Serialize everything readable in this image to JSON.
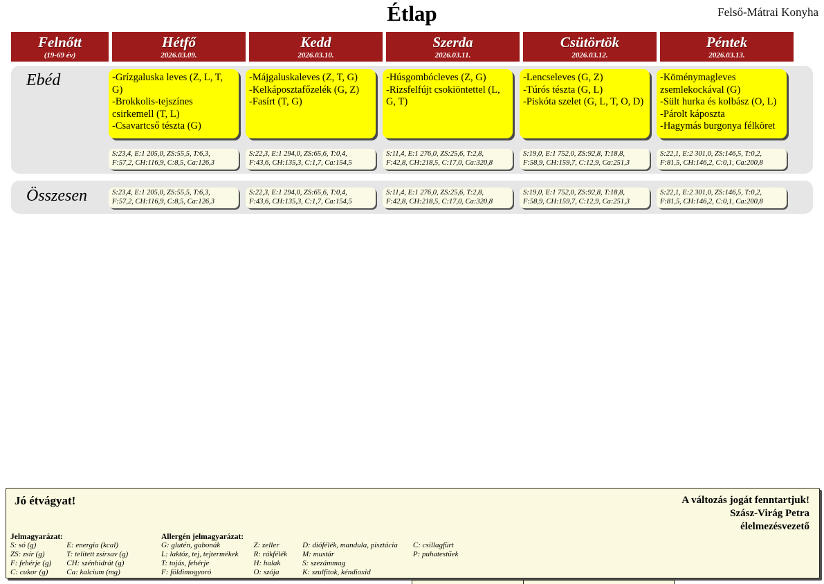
{
  "header": {
    "title": "Étlap",
    "kitchen": "Felső-Mátrai Konyha"
  },
  "columns": [
    {
      "name": "Felnőtt",
      "sub": "(19-69 év)"
    },
    {
      "name": "Hétfő",
      "sub": "2026.03.09."
    },
    {
      "name": "Kedd",
      "sub": "2026.03.10."
    },
    {
      "name": "Szerda",
      "sub": "2026.03.11."
    },
    {
      "name": "Csütörtök",
      "sub": "2026.03.12."
    },
    {
      "name": "Péntek",
      "sub": "2026.03.13."
    }
  ],
  "meal": {
    "label": "Ebéd",
    "days": [
      {
        "day": "Hétfő",
        "dishes": [
          "-Grízgaluska leves (Z, L, T, G)",
          "-Brokkolis-tejszínes csirkemell  (T, L)",
          "-Csavartcső tészta (G)"
        ],
        "nutrition_line1": "S:23,4, E:1 205,0, ZS:55,5, T:6,3,",
        "nutrition_line2": "F:57,2, CH:116,9, C:8,5, Ca:126,3"
      },
      {
        "day": "Kedd",
        "dishes": [
          "-Májgaluskaleves (Z, T, G)",
          "-Kelkáposztafőzelék (G, Z)",
          "-Fasírt  (T, G)"
        ],
        "nutrition_line1": "S:22,3, E:1 294,0, ZS:65,6, T:0,4,",
        "nutrition_line2": "F:43,6, CH:135,3, C:1,7, Ca:154,5"
      },
      {
        "day": "Szerda",
        "dishes": [
          "-Húsgombócleves  (Z, G)",
          "-Rizsfelfújt csokiöntettel  (L, G, T)"
        ],
        "nutrition_line1": "S:11,4, E:1 276,0, ZS:25,6, T:2,8,",
        "nutrition_line2": "F:42,8, CH:218,5, C:17,0, Ca:320,8"
      },
      {
        "day": "Csütörtök",
        "dishes": [
          "-Lencseleves (G, Z)",
          "-Túrós tészta  (G, L)",
          "-Piskóta szelet  (G, L, T, O, D)"
        ],
        "nutrition_line1": "S:19,0, E:1 752,0, ZS:92,8, T:18,8,",
        "nutrition_line2": "F:58,9, CH:159,7, C:12,9, Ca:251,3"
      },
      {
        "day": "Péntek",
        "dishes": [
          "-Köménymagleves zsemlekockával (G)",
          "-Sült hurka és kolbász (O, L)",
          "-Párolt káposzta",
          "-Hagymás burgonya félköret"
        ],
        "nutrition_line1": "S:22,1, E:2 301,0, ZS:146,5, T:0,2,",
        "nutrition_line2": "F:81,5, CH:146,2, C:0,1, Ca:200,8"
      }
    ]
  },
  "totals": {
    "label": "Összesen",
    "days": [
      {
        "line1": "S:23,4, E:1 205,0, ZS:55,5, T:6,3,",
        "line2": "F:57,2, CH:116,9, C:8,5, Ca:126,3"
      },
      {
        "line1": "S:22,3, E:1 294,0, ZS:65,6, T:0,4,",
        "line2": "F:43,6, CH:135,3, C:1,7, Ca:154,5"
      },
      {
        "line1": "S:11,4, E:1 276,0, ZS:25,6, T:2,8,",
        "line2": "F:42,8, CH:218,5, C:17,0, Ca:320,8"
      },
      {
        "line1": "S:19,0, E:1 752,0, ZS:92,8, T:18,8,",
        "line2": "F:58,9, CH:159,7, C:12,9, Ca:251,3"
      },
      {
        "line1": "S:22,1, E:2 301,0, ZS:146,5, T:0,2,",
        "line2": "F:81,5, CH:146,2, C:0,1, Ca:200,8"
      }
    ]
  },
  "footer": {
    "bon_appetit": "Jó étvágyat!",
    "rights_line1": "A változás jogát fenntartjuk!",
    "rights_line2": "Szász-Virág Petra",
    "rights_line3": "élelmezésvezető",
    "legend_title": "Jelmagyarázat:",
    "legend": [
      {
        "left": "S: só (g)",
        "right": "E: energia (kcal)"
      },
      {
        "left": "ZS: zsír (g)",
        "right": "T: telített zsírsav (g)"
      },
      {
        "left": "F: fehérje (g)",
        "right": "CH: szénhidrát (g)"
      },
      {
        "left": "C: cukor (g)",
        "right": "Ca: kalcium (mg)"
      }
    ],
    "allergen_title": "Allergén jelmagyarázat:",
    "allergens": [
      {
        "c1": "G: glutén, gabonák",
        "c2": "Z: zeller",
        "c3": "D: diófélék, mandula, pisztácia",
        "c4": "C: csillagfürt"
      },
      {
        "c1": "L: laktóz, tej, tejtermékek",
        "c2": "R: rákfélék",
        "c3": "M: mustár",
        "c4": "P: puhatestűek"
      },
      {
        "c1": "T: tojás, fehérje",
        "c2": "H: halak",
        "c3": "S: szezámmag",
        "c4": ""
      },
      {
        "c1": "F: földimogyoró",
        "c2": "O: szója",
        "c3": "K: szulfitok, kéndioxid",
        "c4": ""
      }
    ]
  },
  "colors": {
    "header_red": "#9E1B1B",
    "dish_yellow": "#FFFF00",
    "row_gray": "#E6E6E6",
    "nutri_cream": "#FAFAE6",
    "footer_cream": "#FBFAE0"
  }
}
